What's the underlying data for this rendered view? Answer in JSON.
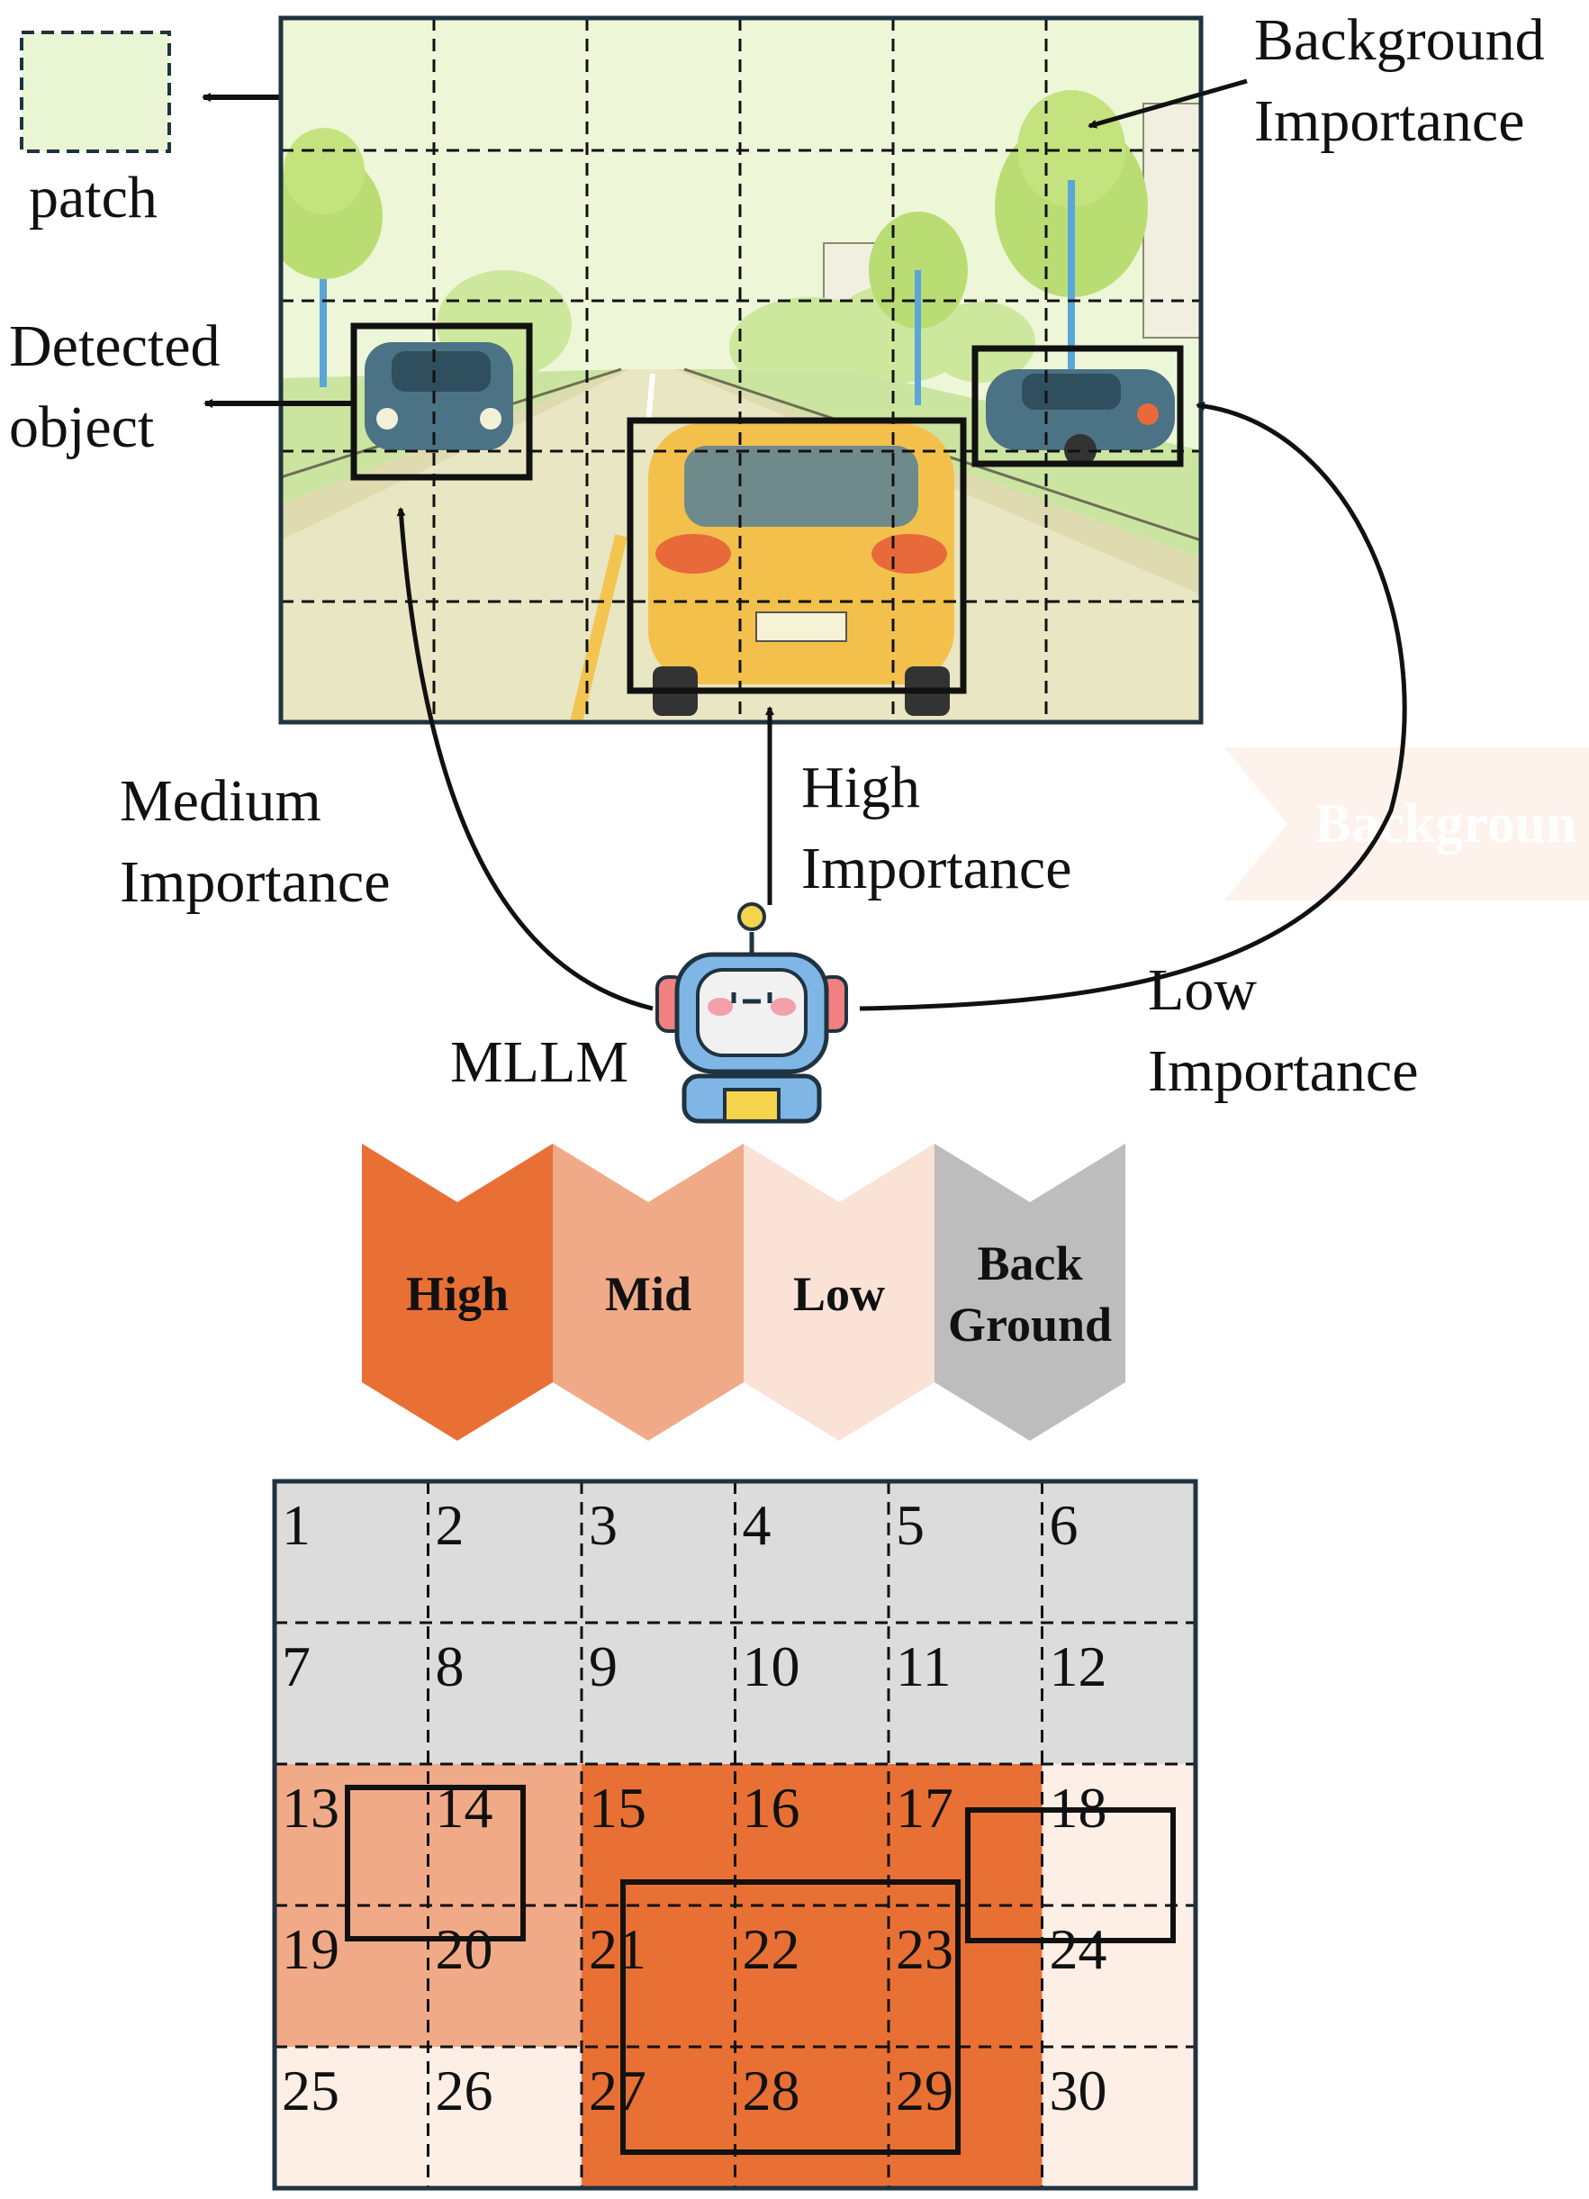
{
  "labels": {
    "patch": "patch",
    "detected_object": "Detected\nobject",
    "background_importance": "Background\nImportance",
    "medium_importance": "Medium\nImportance",
    "high_importance": "High\nImportance",
    "low_importance": "Low\nImportance",
    "mllm": "MLLM",
    "faint_background": "Backgroun"
  },
  "legend": [
    {
      "label": "High",
      "color": "#e87035"
    },
    {
      "label": "Mid",
      "color": "#f1aa87"
    },
    {
      "label": "Low",
      "color": "#fbe2d7"
    },
    {
      "label": "Back\nGround",
      "color": "#bdbdbd"
    }
  ],
  "grid": {
    "rows": 5,
    "cols": 6,
    "numbers": [
      1,
      2,
      3,
      4,
      5,
      6,
      7,
      8,
      9,
      10,
      11,
      12,
      13,
      14,
      15,
      16,
      17,
      18,
      19,
      20,
      21,
      22,
      23,
      24,
      25,
      26,
      27,
      28,
      29,
      30
    ],
    "importance": [
      "background",
      "background",
      "background",
      "background",
      "background",
      "background",
      "background",
      "background",
      "background",
      "background",
      "background",
      "background",
      "mid",
      "mid",
      "high",
      "high",
      "high",
      "low",
      "mid",
      "mid",
      "high",
      "high",
      "high",
      "low",
      "low",
      "low",
      "high",
      "high",
      "high",
      "low"
    ],
    "fill_colors": {
      "background": "#dcdcdc",
      "mid": "#f1aa87",
      "high": "#e87035",
      "low": "#fdeee6"
    }
  },
  "colors": {
    "sky": "#eef6d8",
    "road": "#d9d7a8",
    "grass": "#cbe5a0",
    "tree": "#b9dd72",
    "car_yellow": "#f4c04c",
    "car_teal": "#4b7385",
    "robot_blue": "#7fb6e6",
    "frame": "#1f3340"
  }
}
